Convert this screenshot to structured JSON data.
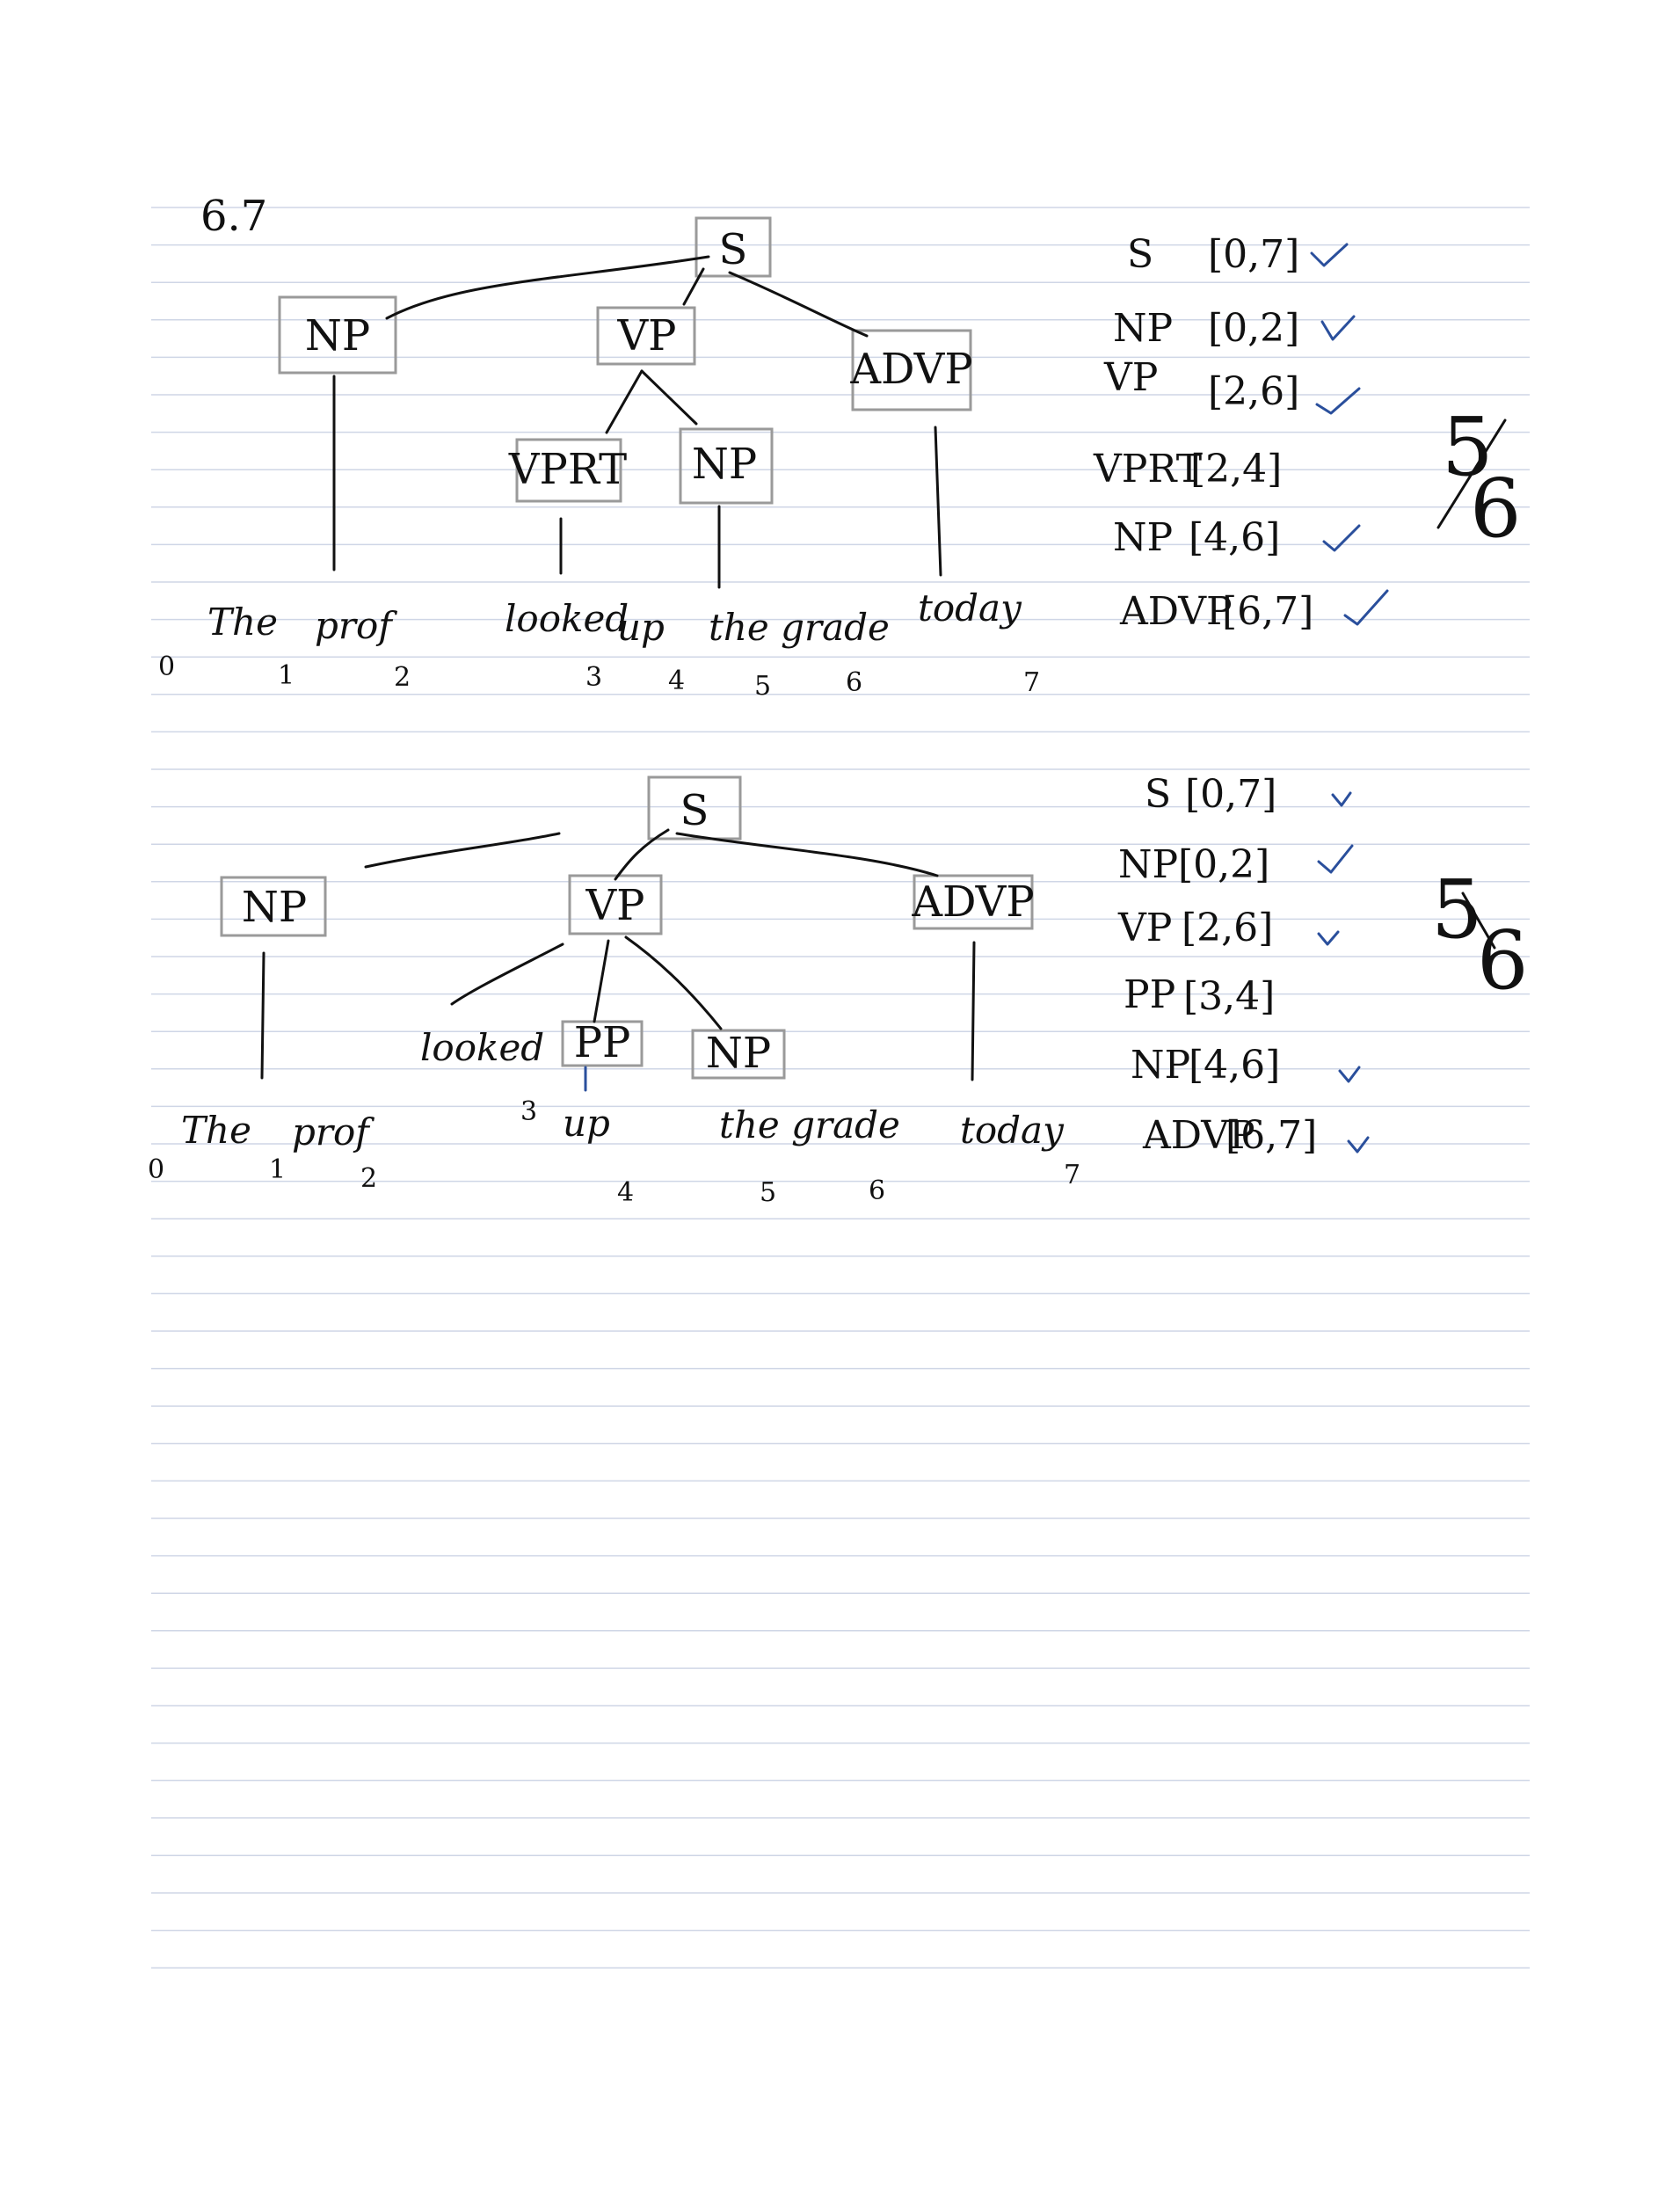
{
  "problem_number": "6.7",
  "parse1": {
    "labels": {
      "s": "S",
      "np_subject": "NP",
      "vp": "VP",
      "advp": "ADVP",
      "vprt": "VPRT",
      "np_object": "NP"
    },
    "words": {
      "the": "The",
      "prof": "prof",
      "looked": "looked",
      "up": "up",
      "the_grade": "the grade",
      "today": "today"
    },
    "indices": [
      "0",
      "1",
      "2",
      "3",
      "4",
      "5",
      "6",
      "7"
    ],
    "spans": [
      {
        "label": "S",
        "range": "[0,7]",
        "correct": true
      },
      {
        "label": "NP",
        "range": "[0,2]",
        "correct": true
      },
      {
        "label": "VP",
        "range": "[2,6]",
        "correct": true
      },
      {
        "label": "VPRT",
        "range": "[2,4]",
        "correct": false
      },
      {
        "label": "NP",
        "range": "[4,6]",
        "correct": true
      },
      {
        "label": "ADVP",
        "range": "[6,7]",
        "correct": true
      }
    ],
    "score": {
      "numerator": "5",
      "denominator": "6"
    }
  },
  "parse2": {
    "labels": {
      "s": "S",
      "np_subject": "NP",
      "vp": "VP",
      "advp": "ADVP",
      "pp": "PP",
      "np_object": "NP"
    },
    "words": {
      "the": "The",
      "prof": "prof",
      "looked": "looked",
      "up": "up",
      "the_grade": "the grade",
      "today": "today"
    },
    "indices": [
      "0",
      "1",
      "2",
      "3",
      "4",
      "5",
      "6",
      "7"
    ],
    "spans": [
      {
        "label": "S",
        "range": "[0,7]",
        "correct": true
      },
      {
        "label": "NP",
        "range": "[0,2]",
        "correct": true
      },
      {
        "label": "VP",
        "range": "[2,6]",
        "correct": true
      },
      {
        "label": "PP",
        "range": "[3,4]",
        "correct": false
      },
      {
        "label": "NP",
        "range": "[4,6]",
        "correct": true
      },
      {
        "label": "ADVP",
        "range": "[6,7]",
        "correct": true
      }
    ],
    "score": {
      "numerator": "5",
      "denominator": "6"
    }
  },
  "colors": {
    "ink": "#111111",
    "node_box": "#9a9a9a",
    "check_mark": "#2a4f9c",
    "ruled_line": "#cfd6e6"
  }
}
